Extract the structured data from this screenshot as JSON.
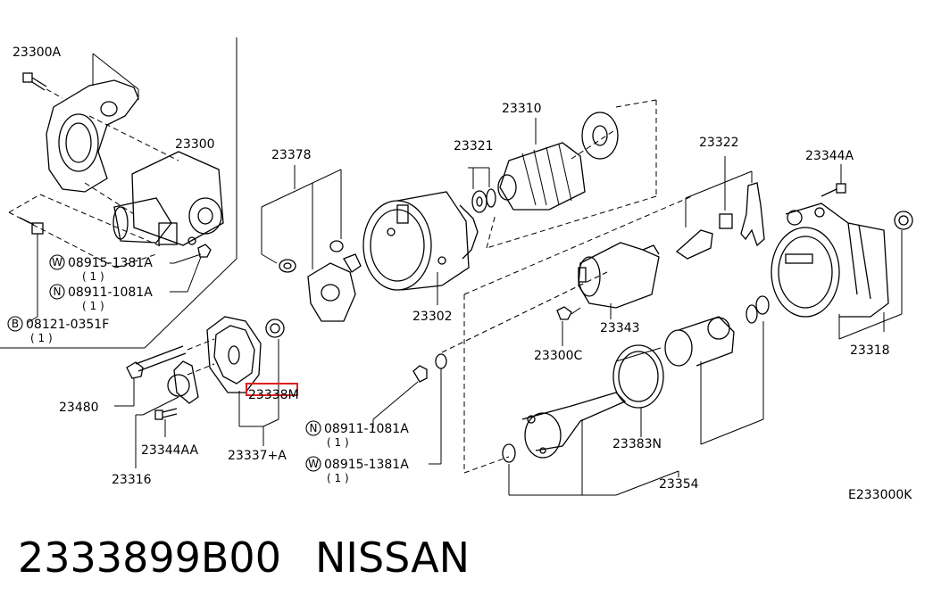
{
  "diagram_code": "E233000K",
  "highlight_color": "#e02020",
  "footer": {
    "part_number": "2333899B00",
    "brand": "NISSAN"
  },
  "labels": {
    "l23300A": "23300A",
    "l23300": "23300",
    "l23378": "23378",
    "l23321": "23321",
    "l23310": "23310",
    "l23322": "23322",
    "l23344A": "23344A",
    "l23302": "23302",
    "l23343": "23343",
    "l23300C": "23300C",
    "l23318": "23318",
    "l23480": "23480",
    "l23338M": "23338M",
    "l23344AA": "23344AA",
    "l23337A": "23337+A",
    "l23316": "23316",
    "l23383N": "23383N",
    "l23354": "23354"
  },
  "fasteners": [
    {
      "symbol": "W",
      "code": "08915-1381A",
      "qty": "( 1 )"
    },
    {
      "symbol": "N",
      "code": "08911-1081A",
      "qty": "( 1 )"
    },
    {
      "symbol": "B",
      "code": "08121-0351F",
      "qty": "( 1 )"
    },
    {
      "symbol": "N",
      "code": "08911-1081A",
      "qty": "( 1 )"
    },
    {
      "symbol": "W",
      "code": "08915-1381A",
      "qty": "( 1 )"
    }
  ]
}
